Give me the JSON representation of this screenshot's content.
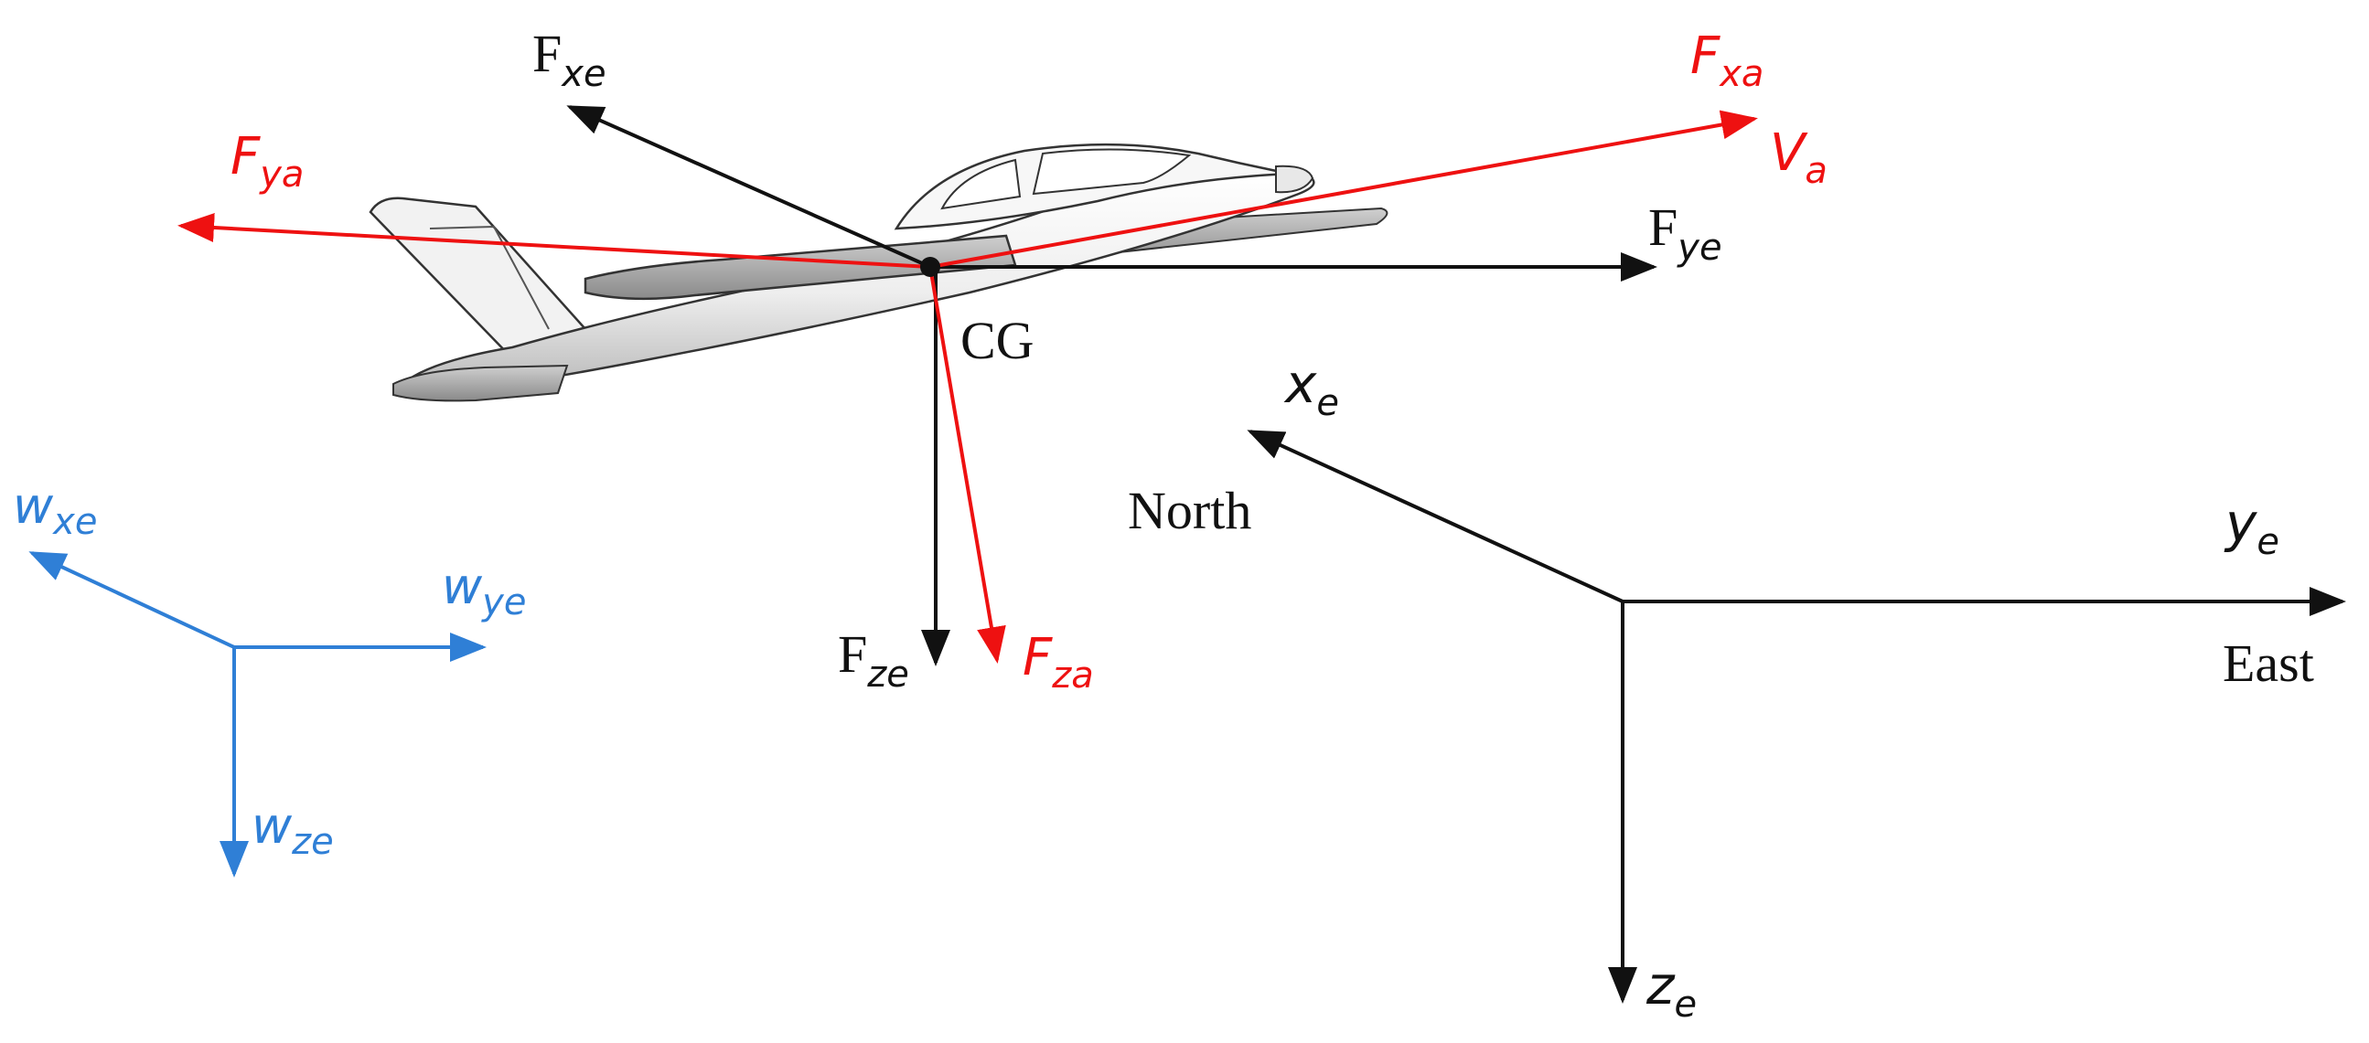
{
  "colors": {
    "earth": "#111111",
    "air": "#ee1111",
    "wind": "#2f7fd6"
  },
  "labels": {
    "cg": "CG",
    "north": "North",
    "east": "East",
    "Fxe": {
      "main": "F",
      "sub": "xe"
    },
    "Fye": {
      "main": "F",
      "sub": "ye"
    },
    "Fze": {
      "main": "F",
      "sub": "ze"
    },
    "Fxa": {
      "main": "F",
      "sub": "xa"
    },
    "Fya": {
      "main": "F",
      "sub": "ya"
    },
    "Fza": {
      "main": "F",
      "sub": "za"
    },
    "Va": {
      "main": "V",
      "sub": "a"
    },
    "xe": {
      "main": "x",
      "sub": "e"
    },
    "ye": {
      "main": "y",
      "sub": "e"
    },
    "ze": {
      "main": "z",
      "sub": "e"
    },
    "wxe": {
      "main": "w",
      "sub": "xe"
    },
    "wye": {
      "main": "w",
      "sub": "ye"
    },
    "wze": {
      "main": "w",
      "sub": "ze"
    }
  }
}
